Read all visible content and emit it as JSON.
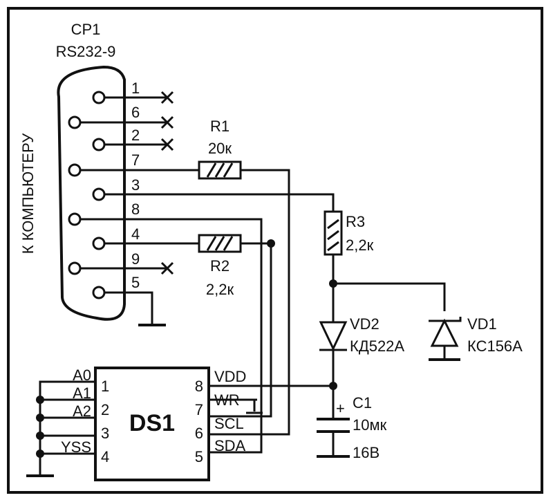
{
  "connector": {
    "ref": "CP1",
    "type": "RS232-9",
    "side_label": "К КОМПЬЮТЕРУ",
    "pins": [
      "1",
      "6",
      "2",
      "7",
      "3",
      "8",
      "4",
      "9",
      "5"
    ]
  },
  "resistors": {
    "r1": {
      "ref": "R1",
      "value": "20к"
    },
    "r2": {
      "ref": "R2",
      "value": "2,2к"
    },
    "r3": {
      "ref": "R3",
      "value": "2,2к"
    }
  },
  "diodes": {
    "vd2": {
      "ref": "VD2",
      "part": "КД522А"
    },
    "vd1": {
      "ref": "VD1",
      "part": "КС156А"
    }
  },
  "capacitor": {
    "ref": "C1",
    "value": "10мк",
    "voltage": "16В",
    "polarity": "+"
  },
  "ic": {
    "ref": "DS1",
    "left_pins": [
      {
        "num": "1",
        "name": "A0"
      },
      {
        "num": "2",
        "name": "A1"
      },
      {
        "num": "3",
        "name": "A2"
      },
      {
        "num": "4",
        "name": "YSS"
      }
    ],
    "right_pins": [
      {
        "num": "8",
        "name": "VDD"
      },
      {
        "num": "7",
        "name": "WR"
      },
      {
        "num": "6",
        "name": "SCL"
      },
      {
        "num": "5",
        "name": "SDA"
      }
    ]
  }
}
